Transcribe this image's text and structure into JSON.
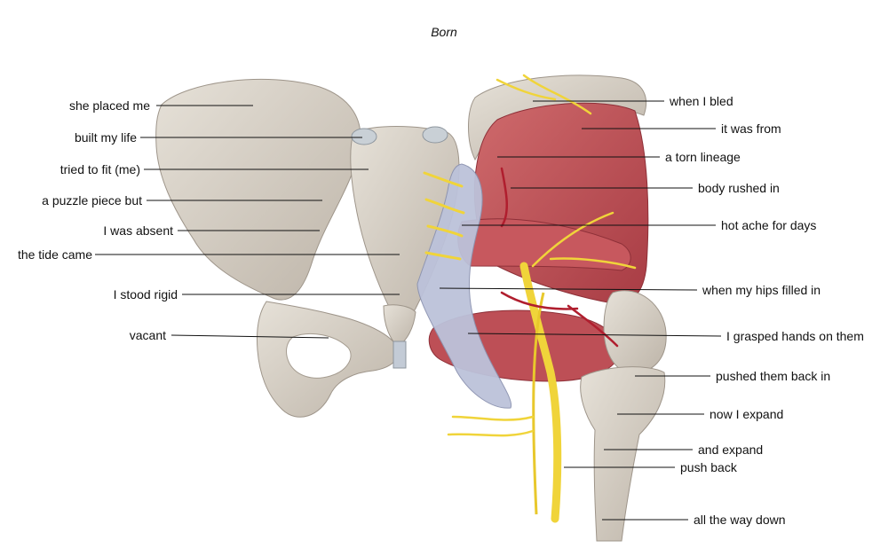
{
  "title": "Born",
  "labels_left": [
    "she placed me",
    "built my life",
    "tried to fit (me)",
    "a puzzle piece but",
    "I was absent",
    "the tide came",
    "I stood rigid",
    "vacant"
  ],
  "labels_right": [
    "when I bled",
    "it was from",
    "a torn lineage",
    "body rushed in",
    "hot ache for days",
    "when my hips filled in",
    "I grasped hands on them",
    "pushed them back in",
    "now I expand",
    "and expand",
    "push back",
    "all the way down"
  ],
  "colors": {
    "bone": "#d9d3c9",
    "bone_shade": "#b8afa3",
    "muscle": "#c0545a",
    "muscle_light": "#d98a86",
    "nerve": "#f0d43a",
    "ligament": "#b9bfd8",
    "artery": "#b01e2e",
    "leader_line": "#111111"
  }
}
